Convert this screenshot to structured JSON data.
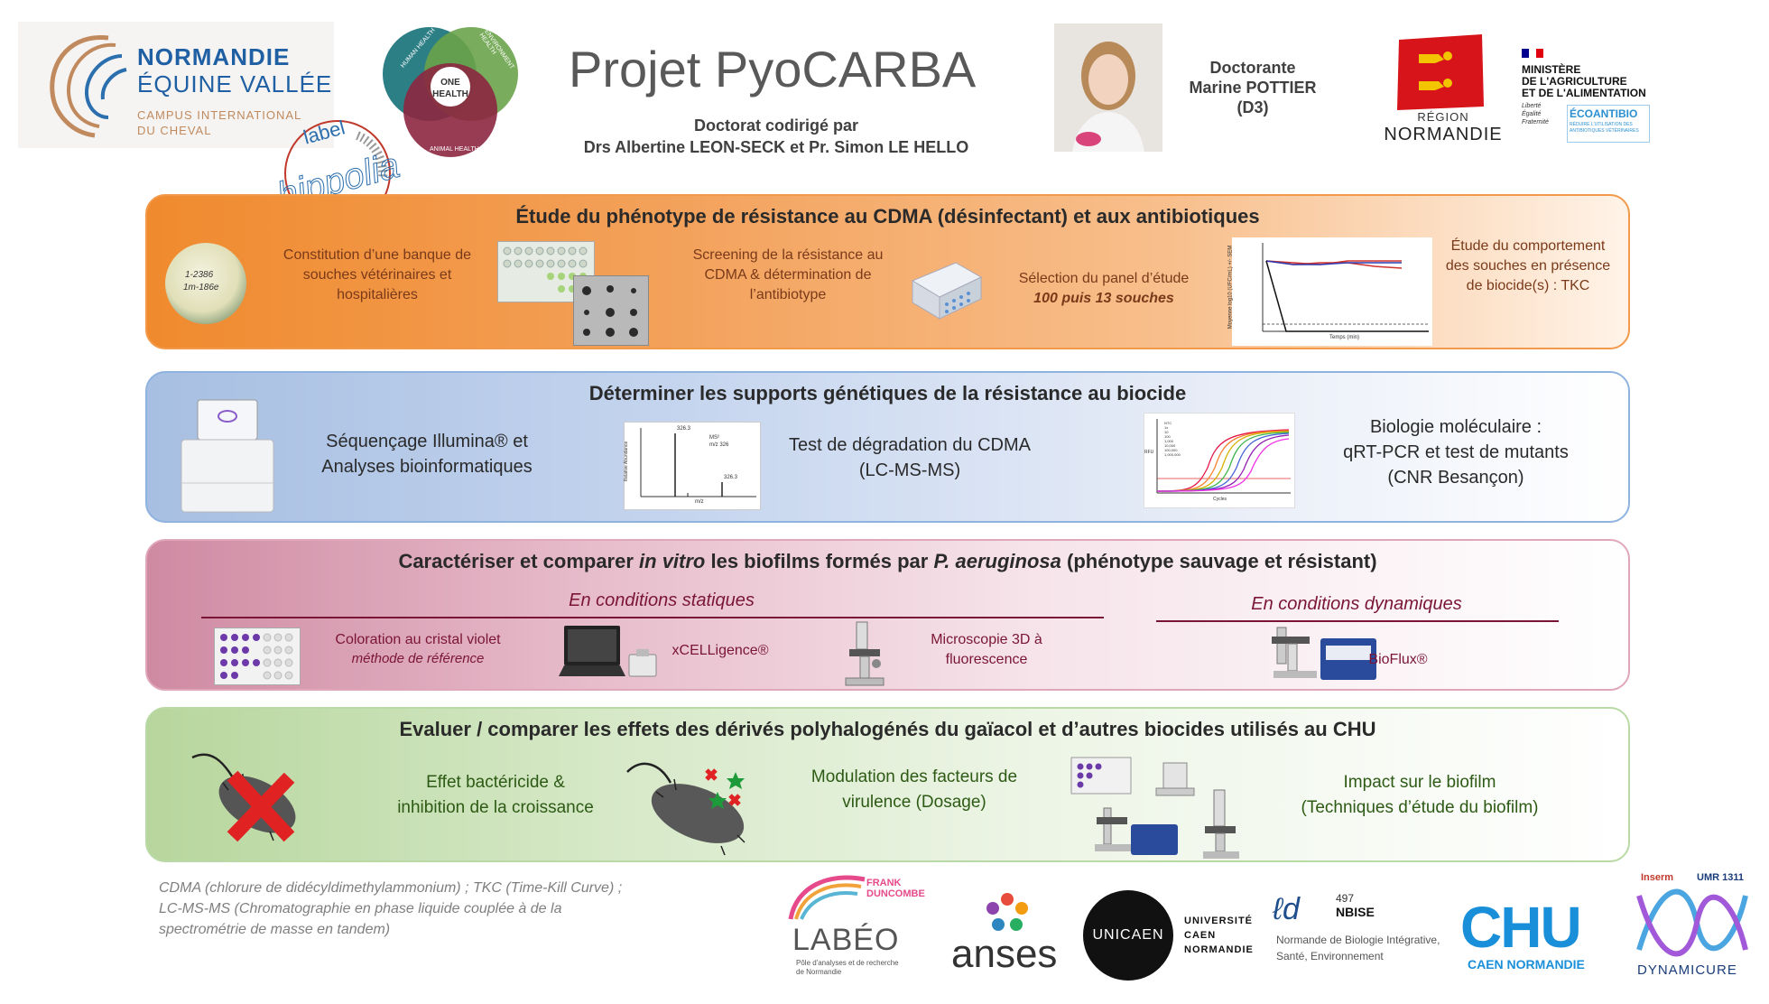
{
  "header": {
    "title": "Projet PyoCARBA",
    "subtitle_line1": "Doctorat codirigé par",
    "subtitle_line2": "Drs Albertine LEON-SECK et Pr. Simon LE HELLO",
    "doctorante_role": "Doctorante",
    "doctorante_name": "Marine POTTIER",
    "doctorante_year": "(D3)",
    "logo_nev": {
      "line1": "NORMANDIE",
      "line2": "ÉQUINE VALLÉE",
      "line3": "CAMPUS INTERNATIONAL",
      "line4": "DU CHEVAL"
    },
    "logo_onehealth": {
      "center": "ONE HEALTH",
      "human": "HUMAN HEALTH",
      "env": "ENVIRONMENT HEALTH",
      "animal": "ANIMAL HEALTH"
    },
    "logo_hippolia": {
      "top": "label",
      "main": "hippolia"
    },
    "logo_region": {
      "line1": "RÉGION",
      "line2": "NORMANDIE"
    },
    "logo_ministere": {
      "line1": "MINISTÈRE",
      "line2": "DE L'AGRICULTURE",
      "line3": "ET DE L'ALIMENTATION",
      "motto1": "Liberté",
      "motto2": "Égalité",
      "motto3": "Fraternité",
      "eco": "ÉCOANTIBIO",
      "eco_sub1": "RÉDUIRE L'UTILISATION DES",
      "eco_sub2": "ANTIBIOTIQUES VÉTÉRINAIRES"
    }
  },
  "panel1": {
    "title": "Étude du phénotype de résistance au CDMA (désinfectant) et aux antibiotiques",
    "step1": [
      "Constitution d’une banque de",
      "souches vétérinaires et",
      "hospitalières"
    ],
    "step2": [
      "Screening de la résistance au",
      "CDMA & détermination de",
      "l’antibiotype"
    ],
    "step3_line1": "Sélection du panel d’étude",
    "step3_line2": "100 puis 13 souches",
    "step4": [
      "Étude du comportement",
      "des souches en présence",
      "de biocide(s) : TKC"
    ],
    "plate_text": [
      "1-2386",
      "1m-186e"
    ],
    "chart_ylabel": "Moyenne log10 (UFC/mL) +/- SEM",
    "chart_xlabel": "Temps (min)"
  },
  "panel2": {
    "title": "Déterminer les supports génétiques de la résistance au biocide",
    "step1": [
      "Séquençage Illumina® et",
      "Analyses bioinformatiques"
    ],
    "step2": [
      "Test de dégradation du CDMA",
      "(LC-MS-MS)"
    ],
    "step3": [
      "Biologie moléculaire :",
      "qRT-PCR et test de mutants",
      "(CNR Besançon)"
    ],
    "ms_labels": {
      "peak1": "326.3",
      "peak2": "326.3",
      "ylabel": "Relative Abundance",
      "xlabel": "m/z",
      "ms2": "MS²",
      "mz": "m/z 326"
    },
    "pcr_labels": {
      "ylabel": "RFU",
      "xlabel": "Cycles",
      "legend": [
        "NTC",
        "1x",
        "10",
        "100",
        "1,000",
        "10,000",
        "100,000",
        "1,000,000"
      ]
    }
  },
  "panel3": {
    "title_a": "Caractériser et comparer ",
    "title_b": "in vitro",
    "title_c": " les biofilms formés par ",
    "title_d": "P. aeruginosa",
    "title_e": " (phénotype sauvage et résistant)",
    "static_heading": "En conditions statiques",
    "dynamic_heading": "En conditions dynamiques",
    "step1_line1": "Coloration au cristal violet",
    "step1_line2": "méthode de référence",
    "step2": "xCELLigence®",
    "step3": [
      "Microscopie 3D à",
      "fluorescence"
    ],
    "step4": "BioFlux®"
  },
  "panel4": {
    "title": "Evaluer / comparer les effets des dérivés polyhalogénés du gaïacol et d’autres biocides utilisés au CHU",
    "step1": [
      "Effet bactéricide &",
      "inhibition de la croissance"
    ],
    "step2": [
      "Modulation des facteurs de",
      "virulence (Dosage)"
    ],
    "step3": [
      "Impact sur le biofilm",
      "(Techniques d’étude du biofilm)"
    ]
  },
  "footer": {
    "note": [
      "CDMA (chlorure de didécyldimethylammonium) ; TKC (Time-Kill Curve) ;",
      "LC-MS-MS (Chromatographie en phase liquide couplée à de la",
      "spectrométrie de masse en tandem)"
    ],
    "labeo": {
      "top1": "FRANK",
      "top2": "DUNCOMBE",
      "main": "LABÉO",
      "sub1": "Pôle d'analyses et de recherche",
      "sub2": "de Normandie"
    },
    "anses": "anses",
    "unicaen": {
      "logo": "UNICAEN",
      "l1": "UNIVERSITÉ",
      "l2": "CAEN",
      "l3": "NORMANDIE"
    },
    "nbise": {
      "num": "497",
      "name": "NBISE",
      "sub1": "Normande de Biologie Intégrative,",
      "sub2": "Santé, Environnement"
    },
    "chu": {
      "main": "CHU",
      "sub": "CAEN NORMANDIE"
    },
    "dynamicure": {
      "inserm": "Inserm",
      "umr": "UMR 1311",
      "name": "DYNAMICURE"
    }
  },
  "colors": {
    "orange": "#f08a2e",
    "blue": "#7ea7d8",
    "pink": "#c9758f",
    "green": "#a8d08d",
    "maroon": "#7a1535"
  }
}
